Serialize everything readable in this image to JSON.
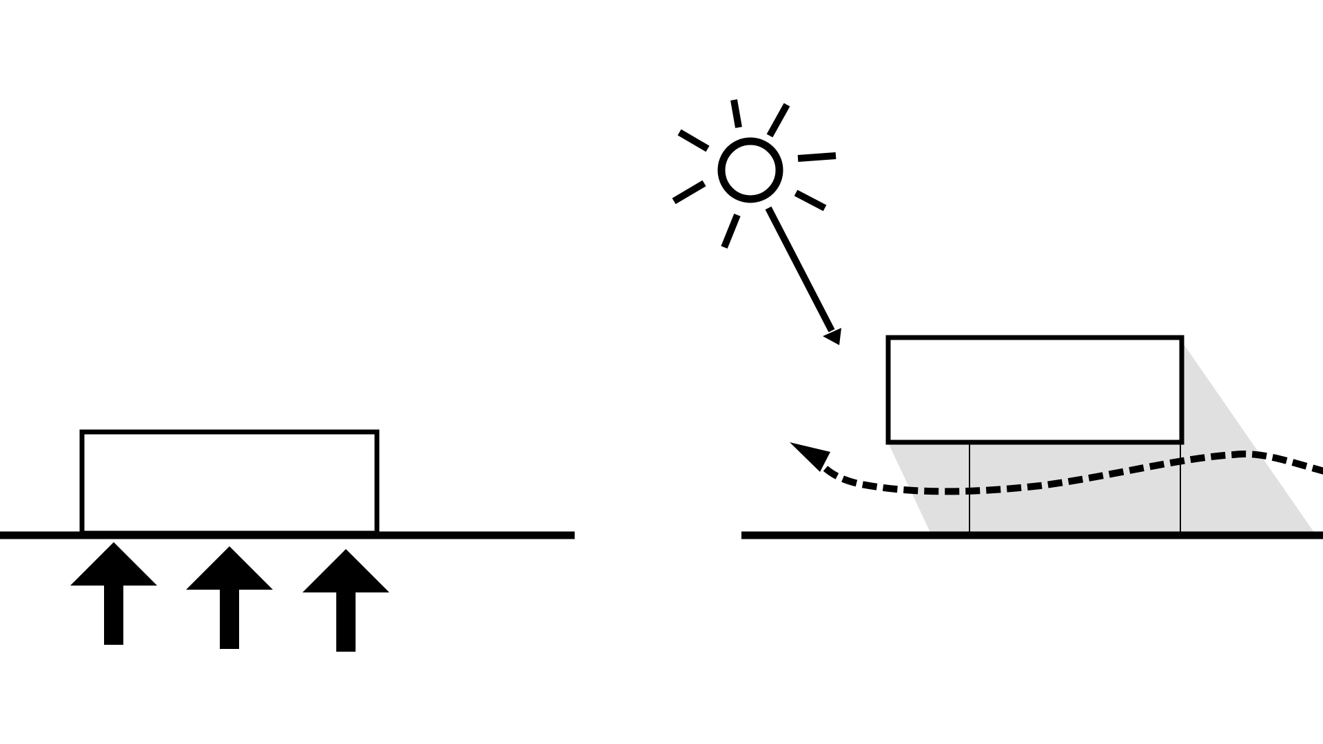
{
  "diagram": {
    "panels": [
      {
        "id": "ground-heat",
        "parts": [
          "ground-line",
          "slab-building",
          "upward-heat-arrows"
        ],
        "arrow_count": 3
      },
      {
        "id": "raised-shade",
        "parts": [
          "sun-icon",
          "sun-ray-arrow",
          "raised-building",
          "shadow-region",
          "support-columns",
          "airflow-dashed-arrow",
          "ground-line"
        ]
      }
    ],
    "colors": {
      "stroke": "#000000",
      "shadow": "#e0e0e0",
      "background": "#ffffff"
    },
    "icons": [
      "sun-icon",
      "arrow-up-icon",
      "wind-arrow-icon"
    ]
  }
}
